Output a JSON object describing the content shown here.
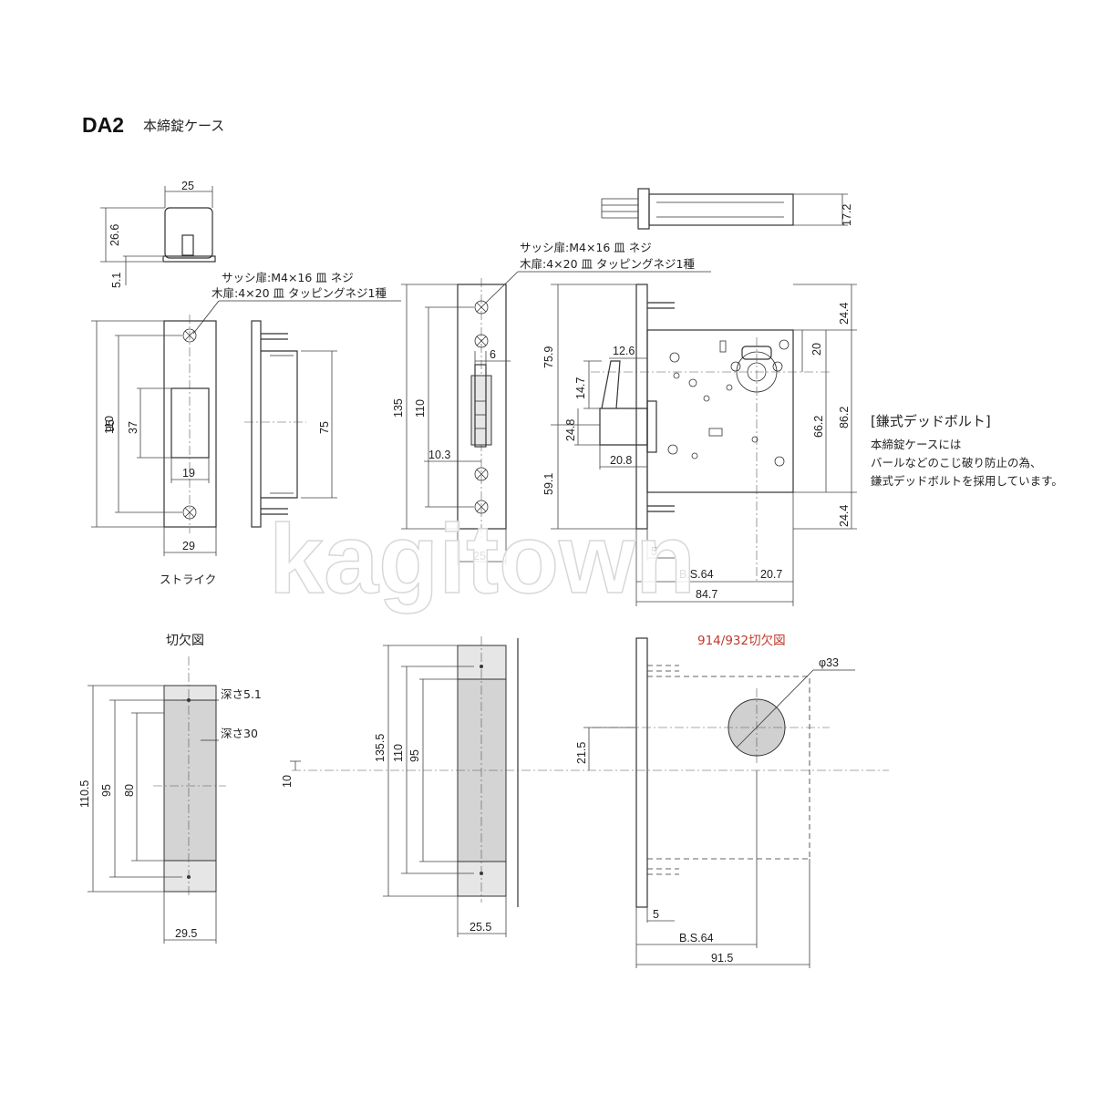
{
  "header": {
    "model": "DA2",
    "subtitle": "本締錠ケース"
  },
  "strike": {
    "screw_note_1": "サッシ扉:M4×16 皿 ネジ",
    "screw_note_2": "木扉:4×20 皿 タッピングネジ1種",
    "label": "ストライク",
    "dims": {
      "width_top": "25",
      "height_side": "26.6",
      "depth": "5.1",
      "total_h": "110",
      "pitch": "95",
      "hole_h": "37",
      "hole_w": "19",
      "plate_w": "29",
      "side_h": "75"
    }
  },
  "case": {
    "screw_note_1": "サッシ扉:M4×16 皿 ネジ",
    "screw_note_2": "木扉:4×20 皿 タッピングネジ1種",
    "dims": {
      "front_h": "135",
      "pitch": "110",
      "bolt_w": "6",
      "bolt_off": "10.3",
      "front_w": "25",
      "top_depth": "17.2",
      "d_759": "75.9",
      "d_591": "59.1",
      "d_126": "12.6",
      "d_147": "14.7",
      "d_248": "24.8",
      "d_208": "20.8",
      "d_244_top": "24.4",
      "d_20": "20",
      "d_862": "86.2",
      "d_662": "66.2",
      "d_244_bot": "24.4",
      "d_5": "5",
      "bs": "B.S.64",
      "d_207": "20.7",
      "d_847": "84.7"
    }
  },
  "note": {
    "heading": "[鎌式デッドボルト]",
    "line1": "本締錠ケースには",
    "line2": "バールなどのこじ破り防止の為、",
    "line3": "鎌式デッドボルトを採用しています。"
  },
  "cutout_strike": {
    "label": "切欠図",
    "dims": {
      "depth_a": "深さ5.1",
      "depth_b": "深さ30",
      "total_h": "110.5",
      "pitch": "95",
      "inner_h": "80",
      "width": "29.5"
    }
  },
  "cutout_case": {
    "dims": {
      "offset": "10",
      "total_h": "135.5",
      "pitch": "110",
      "inner_h": "95",
      "width": "25.5"
    }
  },
  "cutout_914": {
    "label": "914/932切欠図",
    "dims": {
      "diameter": "φ33",
      "h": "21.5",
      "d_5": "5",
      "bs": "B.S.64",
      "total_w": "91.5"
    }
  },
  "watermark": "kagitown"
}
